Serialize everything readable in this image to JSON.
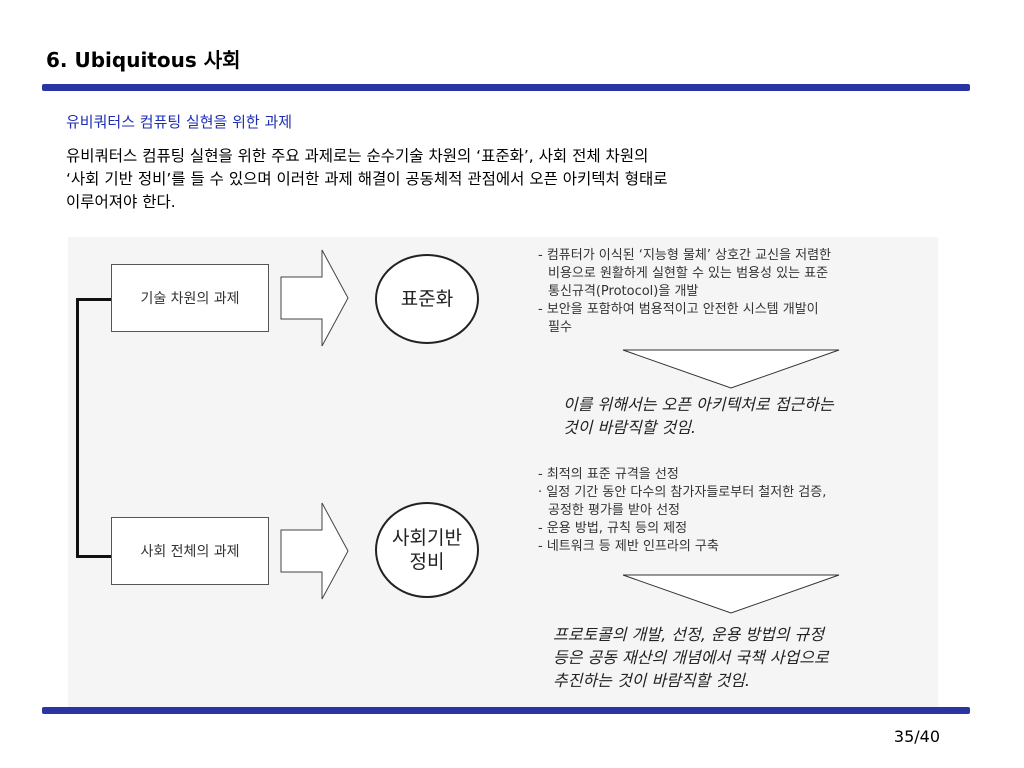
{
  "slide": {
    "title": "6. Ubiquitous 사회",
    "subtitle": "유비쿼터스 컴퓨팅 실현을 위한 과제",
    "body_lines": [
      "유비쿼터스 컴퓨팅 실현을 위한 주요 과제로는 순수기술 차원의 ‘표준화’, 사회 전체 차원의",
      "‘사회 기반 정비’를 들 수 있으며 이러한 과제 해결이 공동체적 관점에서 오픈 아키텍처 형태로",
      "이루어져야 한다."
    ],
    "page_number": "35/40"
  },
  "diagram": {
    "box_tech": "기술 차원의 과제",
    "box_social": "사회 전체의 과제",
    "circle_standard": "표준화",
    "circle_infra_line1": "사회기반",
    "circle_infra_line2": "정비",
    "tech_bullets": [
      "- 컴퓨터가 이식된 ‘지능형 물체’ 상호간 교신을 저렴한",
      "  비용으로 원활하게 실현할 수 있는 범용성 있는 표준",
      "  통신규격(Protocol)을 개발",
      "- 보안을 포함하여 범용적이고 안전한 시스템 개발이",
      "  필수"
    ],
    "tech_note": [
      "이를 위해서는 오픈 아키텍처로 접근하는",
      "것이 바람직할 것임."
    ],
    "social_bullets": [
      "- 최적의 표준 규격을 선정",
      " · 일정 기간 동안 다수의 참가자들로부터 철저한 검증,",
      "   공정한 평가를 받아 선정",
      "- 운용 방법, 규칙 등의 제정",
      "- 네트워크 등 제반 인프라의 구축"
    ],
    "social_note": [
      "프로토콜의 개발, 선정, 운용 방법의 규정",
      "등은 공동 재산의 개념에서 국책 사업으로",
      "추진하는 것이 바람직할 것임."
    ]
  },
  "colors": {
    "rule": "#2b34a3",
    "subtitle": "#1f2fb5"
  }
}
